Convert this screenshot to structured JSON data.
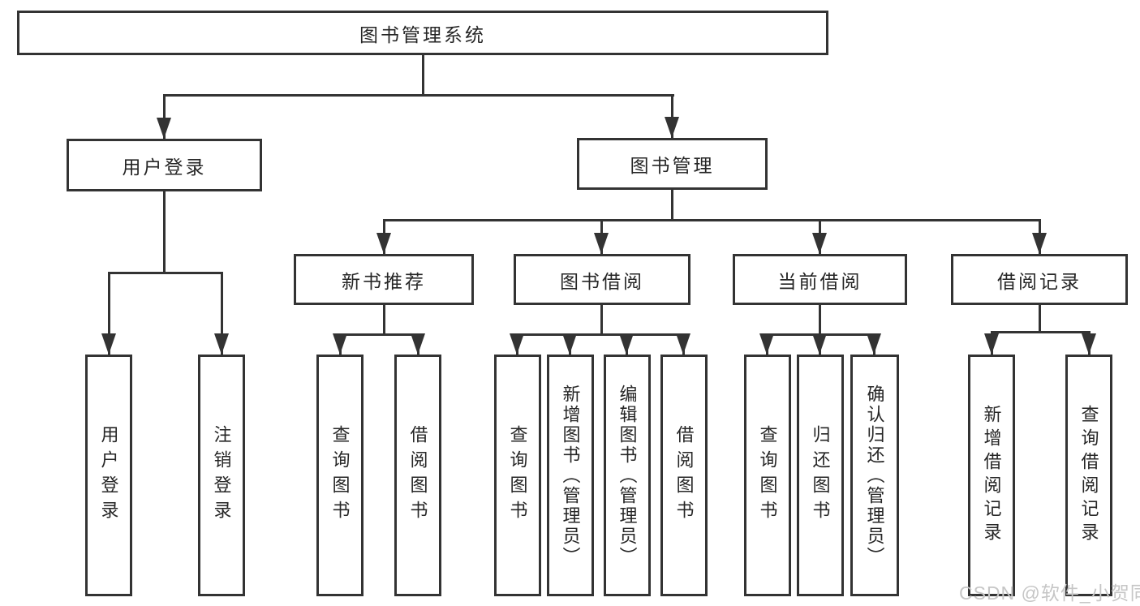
{
  "diagram_type": "function-structure-tree",
  "colors": {
    "line": "#333333",
    "box_border": "#333333",
    "box_background": "#ffffff",
    "text": "#262626",
    "watermark": "#c6c6c6",
    "page_background": "#ffffff"
  },
  "nodes": {
    "root": "图书管理系统",
    "user_login": "用户登录",
    "book_mgmt": "图书管理",
    "new_book_rec": "新书推荐",
    "book_borrow": "图书借阅",
    "current_borrow": "当前借阅",
    "borrow_record": "借阅记录",
    "leaf_user_login": "用户登录",
    "leaf_logout": "注销登录",
    "leaf_nbr_query": "查询图书",
    "leaf_nbr_borrow": "借阅图书",
    "leaf_bb_query": "查询图书",
    "leaf_bb_add": "新增图书（管理员）",
    "leaf_bb_edit": "编辑图书（管理员）",
    "leaf_bb_borrow": "借阅图书",
    "leaf_cb_query": "查询图书",
    "leaf_cb_return": "归还图书",
    "leaf_cb_confirm": "确认归还（管理员）",
    "leaf_br_add": "新增借阅记录",
    "leaf_br_query": "查询借阅记录"
  },
  "hierarchy": {
    "图书管理系统": {
      "用户登录": [
        "用户登录",
        "注销登录"
      ],
      "图书管理": {
        "新书推荐": [
          "查询图书",
          "借阅图书"
        ],
        "图书借阅": [
          "查询图书",
          "新增图书（管理员）",
          "编辑图书（管理员）",
          "借阅图书"
        ],
        "当前借阅": [
          "查询图书",
          "归还图书",
          "确认归还（管理员）"
        ],
        "借阅记录": [
          "新增借阅记录",
          "查询借阅记录"
        ]
      }
    }
  },
  "watermark": "CSDN @软件_小贺同学"
}
